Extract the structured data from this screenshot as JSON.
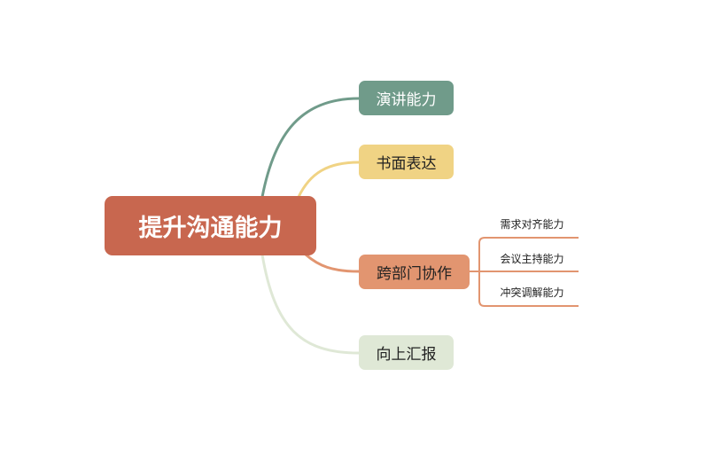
{
  "root": {
    "label": "提升沟通能力",
    "color": "#C8674F"
  },
  "branches": [
    {
      "label": "演讲能力",
      "color": "#709B8A"
    },
    {
      "label": "书面表达",
      "color": "#F0D384"
    },
    {
      "label": "跨部门协作",
      "color": "#E29570",
      "children": [
        "需求对齐能力",
        "会议主持能力",
        "冲突调解能力"
      ]
    },
    {
      "label": "向上汇报",
      "color": "#DFE8D6"
    }
  ]
}
